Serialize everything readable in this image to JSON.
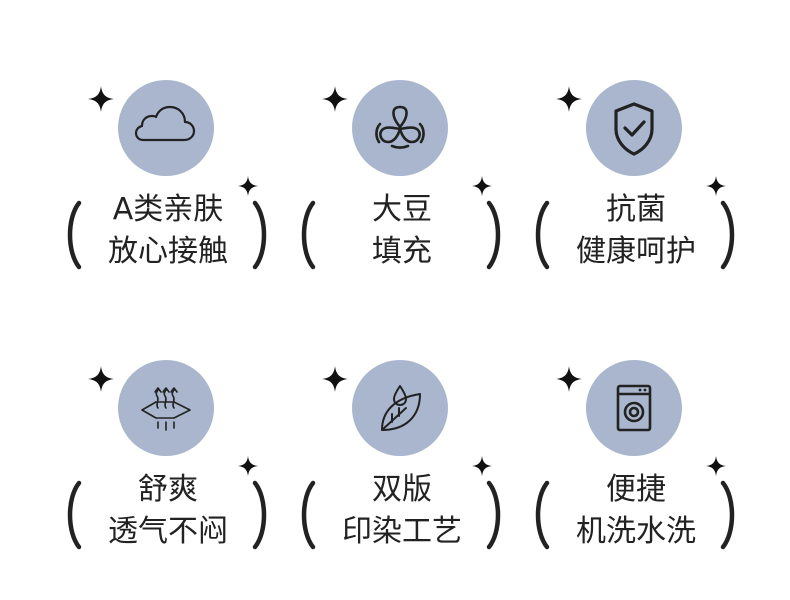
{
  "colors": {
    "circle": "#a9b6cd",
    "text": "#222222",
    "icon": "#222222",
    "star": "#111111"
  },
  "features": [
    {
      "icon": "cloud-icon",
      "line1": "A类亲肤",
      "line2": "放心接触"
    },
    {
      "icon": "cotton-icon",
      "line1": "大豆",
      "line2": "填充"
    },
    {
      "icon": "shield-check-icon",
      "line1": "抗菌",
      "line2": "健康呵护"
    },
    {
      "icon": "breathable-icon",
      "line1": "舒爽",
      "line2": "透气不闷"
    },
    {
      "icon": "leaf-drop-icon",
      "line1": "双版",
      "line2": "印染工艺"
    },
    {
      "icon": "washing-machine-icon",
      "line1": "便捷",
      "line2": "机洗水洗"
    }
  ]
}
